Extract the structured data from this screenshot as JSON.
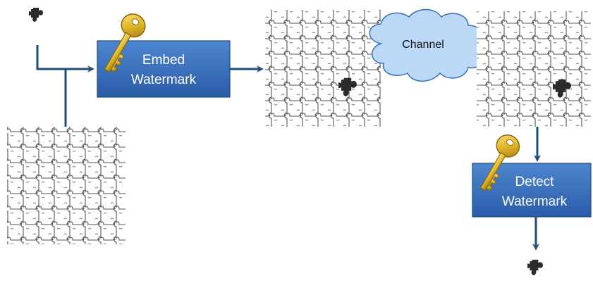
{
  "embed_box": {
    "line1": "Embed",
    "line2": "Watermark"
  },
  "channel": {
    "label": "Channel"
  },
  "detect_box": {
    "line1": "Detect",
    "line2": "Watermark"
  },
  "colors": {
    "arrow": "#1f4e79",
    "box_top": "#4f86d0",
    "box_bottom": "#2a5ca8",
    "cloud_fill": "#bcd8f7",
    "cloud_stroke": "#3a6fb5",
    "key_gold": "#e2b72c",
    "puzzle_line": "#555555",
    "watermark_piece": "#2b2b2b"
  },
  "icons": {
    "watermark_piece": "puzzle-piece-icon",
    "key": "key-icon",
    "host_image": "puzzle-texture-image",
    "cloud": "cloud-shape"
  }
}
